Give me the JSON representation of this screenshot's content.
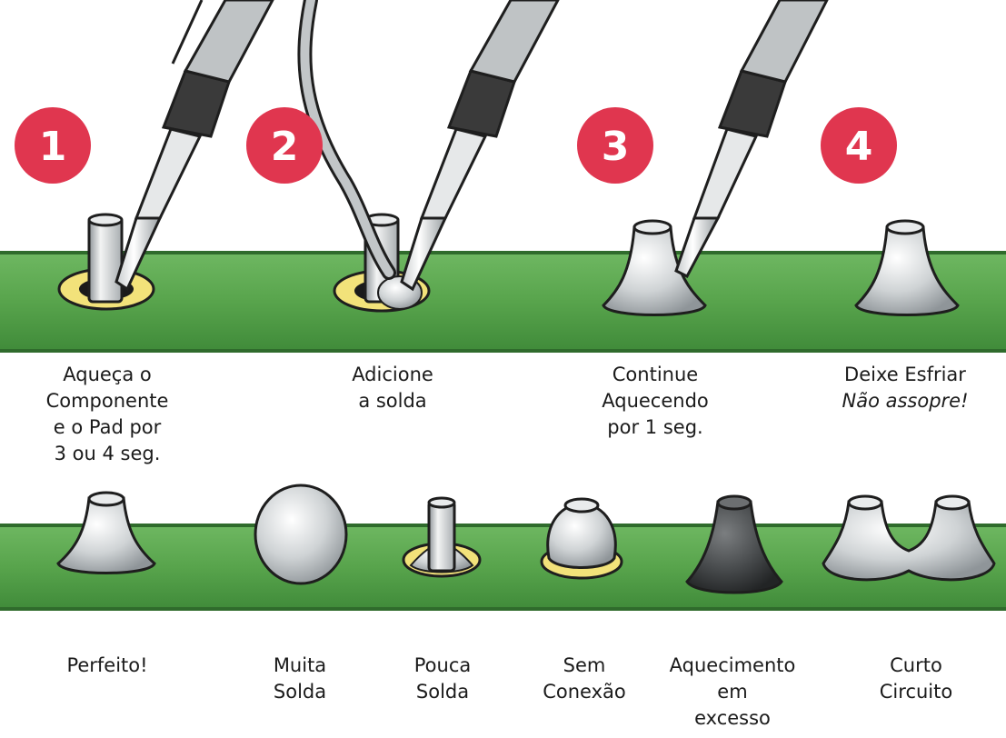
{
  "steps": [
    {
      "number": "1",
      "lines": [
        "Aqueça o",
        "Componente",
        "e o Pad por",
        "3 ou 4 seg."
      ]
    },
    {
      "number": "2",
      "lines": [
        "Adicione",
        "a solda"
      ]
    },
    {
      "number": "3",
      "lines": [
        "Continue",
        "Aquecendo",
        "por 1 seg."
      ]
    },
    {
      "number": "4",
      "lines": [
        "Deixe Esfriar"
      ],
      "note": "Não assopre!"
    }
  ],
  "outcomes": [
    {
      "lines": [
        "Perfeito!"
      ]
    },
    {
      "lines": [
        "Muita",
        "Solda"
      ]
    },
    {
      "lines": [
        "Pouca",
        "Solda"
      ]
    },
    {
      "lines": [
        "Sem",
        "Conexão"
      ]
    },
    {
      "lines": [
        "Aquecimento",
        "em",
        "excesso"
      ]
    },
    {
      "lines": [
        "Curto",
        "Circuito"
      ]
    }
  ],
  "colors": {
    "badge": "#e0364f",
    "board": "#5aa34f",
    "board_edge": "#2f6b2c",
    "pad": "#f2e27a",
    "solder": "#c9cdd0",
    "burnt_solder": "#3f4142",
    "iron": "#2a2a2a",
    "wire": "#b9bdbf"
  }
}
